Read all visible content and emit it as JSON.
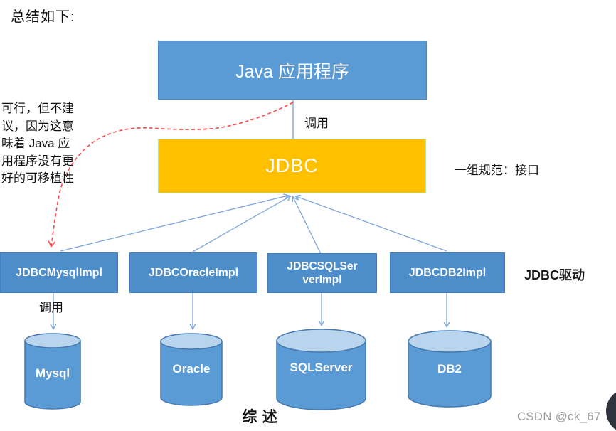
{
  "page": {
    "title": "总结如下:"
  },
  "colors": {
    "node_blue": "#5B9BD5",
    "impl_blue": "#4D8DC9",
    "jdbc_yellow": "#FFC000",
    "arrow_blue": "#7FA8DC",
    "warn_red": "#FA4A4A",
    "cylinder_top": "#B9D5EE",
    "cylinder_outline": "#4779AE",
    "watermark_gray": "#9B9B9B"
  },
  "diagram": {
    "app": {
      "label": "Java 应用程序"
    },
    "call_top_label": "调用",
    "jdbc": {
      "label": "JDBC"
    },
    "spec_note": "一组规范：接口",
    "left_note": "可行，但不建\n议，因为这意\n味着 Java 应\n用程序没有更\n好的可移植性",
    "impls": [
      {
        "label": "JDBCMysqlImpl"
      },
      {
        "label": "JDBCOracleImpl"
      },
      {
        "line1": "JDBCSQLSer",
        "line2": "verImpl"
      },
      {
        "label": "JDBCDB2Impl"
      }
    ],
    "driver_label": "JDBC驱动",
    "call_bottom_label": "调用",
    "databases": [
      {
        "label": "Mysql"
      },
      {
        "label": "Oracle"
      },
      {
        "label": "SQLServer"
      },
      {
        "label": "DB2"
      }
    ],
    "summary": "综 述",
    "connections": [
      {
        "from": "Java 应用程序",
        "to": "JDBC",
        "label": "调用"
      },
      {
        "from": "JDBCMysqlImpl",
        "to": "JDBC"
      },
      {
        "from": "JDBCOracleImpl",
        "to": "JDBC"
      },
      {
        "from": "JDBCSQLServerImpl",
        "to": "JDBC"
      },
      {
        "from": "JDBCDB2Impl",
        "to": "JDBC"
      },
      {
        "from": "JDBCMysqlImpl",
        "to": "Mysql",
        "label": "调用"
      },
      {
        "from": "JDBCOracleImpl",
        "to": "Oracle"
      },
      {
        "from": "JDBCSQLServerImpl",
        "to": "SQLServer"
      },
      {
        "from": "JDBCDB2Impl",
        "to": "DB2"
      },
      {
        "from": "Java 应用程序",
        "to": "JDBCMysqlImpl",
        "style": "red-dashed",
        "note": "可行，但不建议"
      }
    ]
  },
  "watermark": "CSDN @ck_67"
}
